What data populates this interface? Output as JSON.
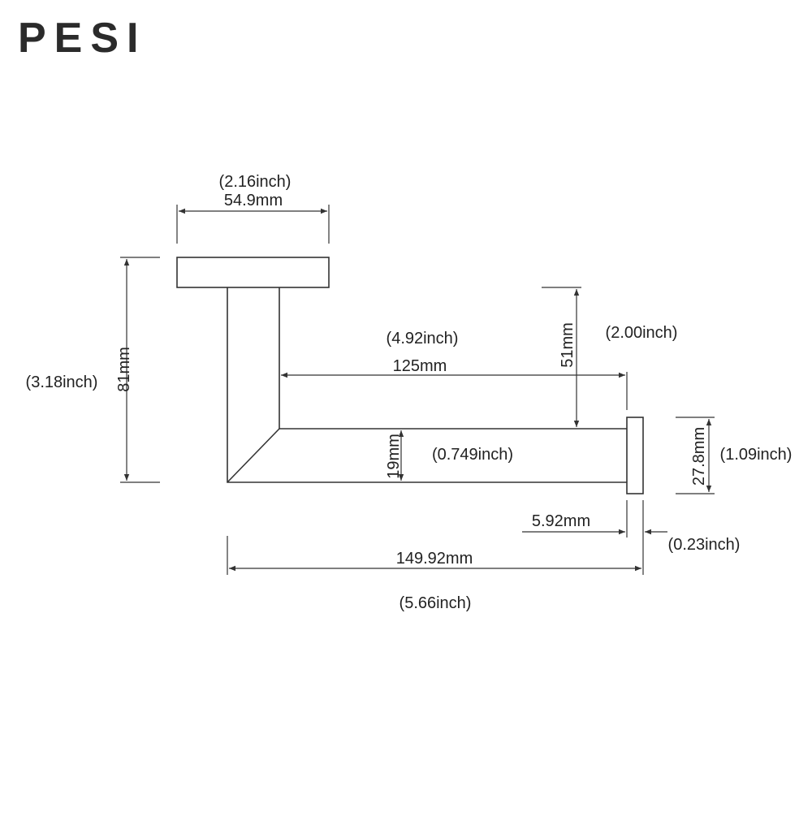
{
  "brand": {
    "name": "PESI"
  },
  "dimensions": {
    "base_width": {
      "mm": "54.9mm",
      "inch": "(2.16inch)"
    },
    "total_height": {
      "mm": "81mm",
      "inch": "(3.18inch)"
    },
    "arm_length": {
      "mm": "125mm",
      "inch": "(4.92inch)"
    },
    "arm_drop": {
      "mm": "51mm",
      "inch": "(2.00inch)"
    },
    "arm_thickness": {
      "mm": "19mm",
      "inch": "(0.749inch)"
    },
    "cap_height": {
      "mm": "27.8mm",
      "inch": "(1.09inch)"
    },
    "cap_width": {
      "mm": "5.92mm",
      "inch": "(0.23inch)"
    },
    "total_length": {
      "mm": "149.92mm",
      "inch": "(5.66inch)"
    }
  },
  "colors": {
    "line": "#333333",
    "brand": "#2b2b2b",
    "background": "#ffffff"
  }
}
